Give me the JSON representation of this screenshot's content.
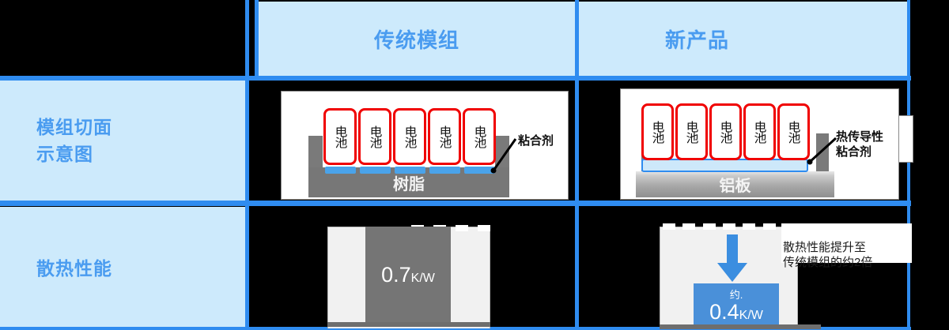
{
  "table": {
    "column_headers": [
      {
        "label": "传统模组"
      },
      {
        "label": "新产品"
      }
    ],
    "row_headers": [
      {
        "label_line1": "模组切面",
        "label_line2": "示意图"
      },
      {
        "label": "散热性能"
      }
    ]
  },
  "colors": {
    "header_fill": "#cdeafc",
    "header_text": "#4a9cf0",
    "grid_line": "#2f8cf0",
    "cell_outline": "#f00000",
    "adhesive_blue": "#4aa3ea",
    "resin_gray": "#777777",
    "bar_blue": "#4a90d9",
    "bar_gray": "#757575",
    "background": "#000000"
  },
  "diagram_traditional": {
    "cells": [
      {
        "glyph": "电池"
      },
      {
        "glyph": "电池"
      },
      {
        "glyph": "电池"
      },
      {
        "glyph": "电池"
      },
      {
        "glyph": "电池"
      }
    ],
    "base_label": "树脂",
    "callout": "粘合剂"
  },
  "diagram_new": {
    "cells": [
      {
        "glyph": "电池"
      },
      {
        "glyph": "电池"
      },
      {
        "glyph": "电池"
      },
      {
        "glyph": "电池"
      },
      {
        "glyph": "电池"
      }
    ],
    "base_label": "铝板",
    "callout": "热传导性\n粘合剂"
  },
  "chart_data": [
    {
      "type": "bar",
      "id": "traditional-thermal-resistance",
      "title": "",
      "categories": [
        "传统模组"
      ],
      "values": [
        0.7
      ],
      "value_label": "0.7",
      "unit": "K/W",
      "ylabel": "",
      "ylim": [
        0,
        0.7
      ]
    },
    {
      "type": "bar",
      "id": "new-product-thermal-resistance",
      "title": "",
      "categories": [
        "新产品"
      ],
      "values": [
        0.4
      ],
      "value_label": "0.4",
      "unit": "K/W",
      "prefix": "约.",
      "ylabel": "",
      "ylim": [
        0,
        0.7
      ],
      "annotation": "散热性能提升至\n传统模组的约2倍"
    }
  ]
}
